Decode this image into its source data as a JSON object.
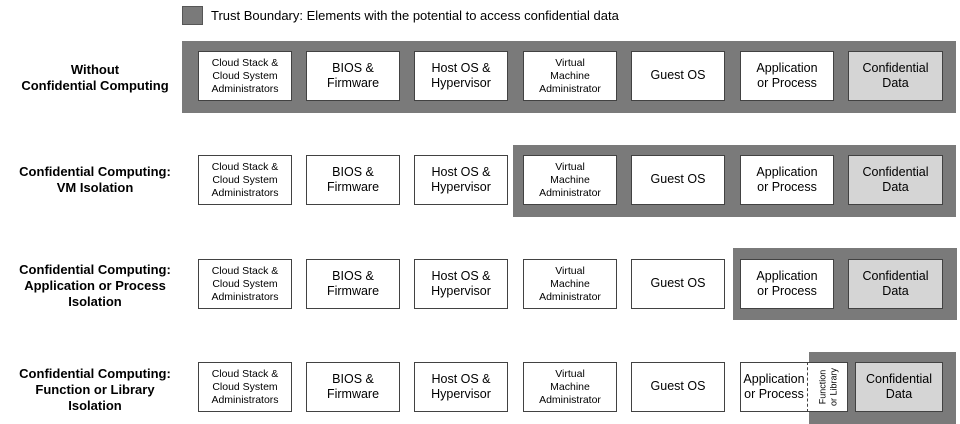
{
  "legend": {
    "label": "Trust Boundary: Elements with the potential to access confidential data"
  },
  "colors": {
    "band": "#7a7a7a",
    "box_border": "#424242",
    "confidential_fill": "#d5d5d5"
  },
  "columns": [
    {
      "id": "cloud-admins",
      "lines": [
        "Cloud Stack &",
        "Cloud System",
        "Administrators"
      ]
    },
    {
      "id": "bios-firmware",
      "lines": [
        "BIOS &",
        "Firmware"
      ]
    },
    {
      "id": "host-os-hypervisor",
      "lines": [
        "Host OS &",
        "Hypervisor"
      ]
    },
    {
      "id": "vm-administrator",
      "lines": [
        "Virtual",
        "Machine",
        "Administrator"
      ]
    },
    {
      "id": "guest-os",
      "lines": [
        "Guest OS"
      ]
    },
    {
      "id": "application-process",
      "lines": [
        "Application",
        "or Process"
      ]
    },
    {
      "id": "confidential-data",
      "lines": [
        "Confidential",
        "Data"
      ]
    }
  ],
  "rows": [
    {
      "label_lines": [
        "Without",
        "Confidential Computing"
      ]
    },
    {
      "label_lines": [
        "Confidential Computing:",
        "VM Isolation"
      ]
    },
    {
      "label_lines": [
        "Confidential Computing:",
        "Application or Process",
        "Isolation"
      ]
    },
    {
      "label_lines": [
        "Confidential Computing:",
        "Function or Library",
        "Isolation"
      ],
      "function_box_lines": [
        "Function",
        "or Library"
      ]
    }
  ]
}
